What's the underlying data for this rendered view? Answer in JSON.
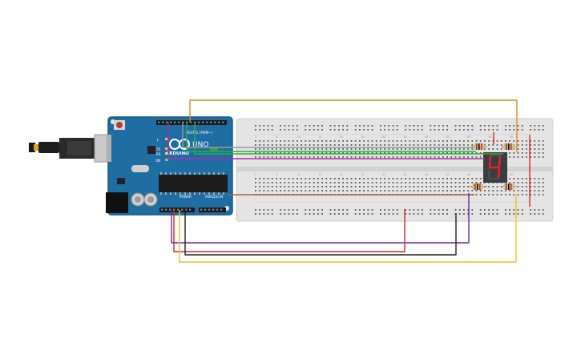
{
  "arduino": {
    "brand": "ARDUINO",
    "model": "UNO",
    "digital_header": "DIGITAL (PWM~)",
    "power_header": "POWER",
    "analog_header": "ANALOG IN",
    "led_labels": [
      "L",
      "TX",
      "RX",
      "ON"
    ]
  },
  "display": {
    "digit": "4",
    "segment_color": "#e5202a",
    "body_color": "#3a3d40"
  },
  "breadboard": {
    "column_numbers": [
      "1",
      "5",
      "10",
      "15",
      "20",
      "25",
      "30",
      "35",
      "40",
      "45",
      "50",
      "55",
      "60"
    ]
  },
  "colors": {
    "orange": "#e08a1e",
    "green": "#2fae3a",
    "gray": "#9a9a9a",
    "magenta": "#b02aa6",
    "brown": "#a8663a",
    "red": "#d9222a",
    "purple": "#6a2c91",
    "black": "#202020",
    "yellow": "#f2c01e",
    "board_blue": "#1f6ea3"
  }
}
